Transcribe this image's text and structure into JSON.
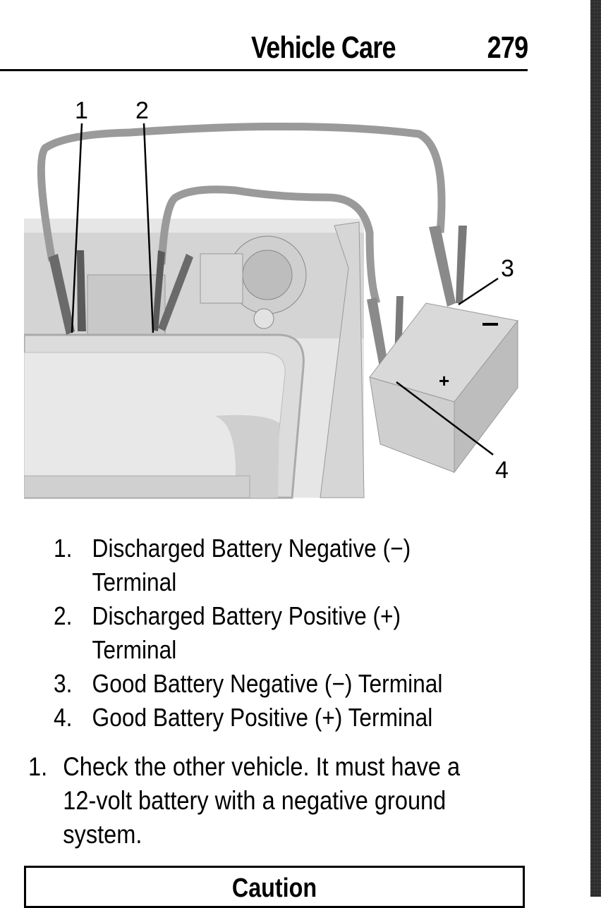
{
  "header": {
    "section_title": "Vehicle Care",
    "page_number": "279"
  },
  "figure": {
    "callouts": [
      "1",
      "2",
      "3",
      "4"
    ],
    "battery_symbols": {
      "negative": "−",
      "positive": "+"
    }
  },
  "legend": {
    "items": [
      {
        "num": "1.",
        "text": "Discharged Battery Negative (−) Terminal"
      },
      {
        "num": "2.",
        "text": "Discharged Battery Positive (+) Terminal"
      },
      {
        "num": "3.",
        "text": "Good Battery Negative (−) Terminal"
      },
      {
        "num": "4.",
        "text": "Good Battery Positive (+) Terminal"
      }
    ]
  },
  "steps": [
    {
      "num": "1.",
      "text": "Check the other vehicle. It must have a 12-volt battery with a negative ground system."
    }
  ],
  "caution": {
    "title": "Caution"
  }
}
